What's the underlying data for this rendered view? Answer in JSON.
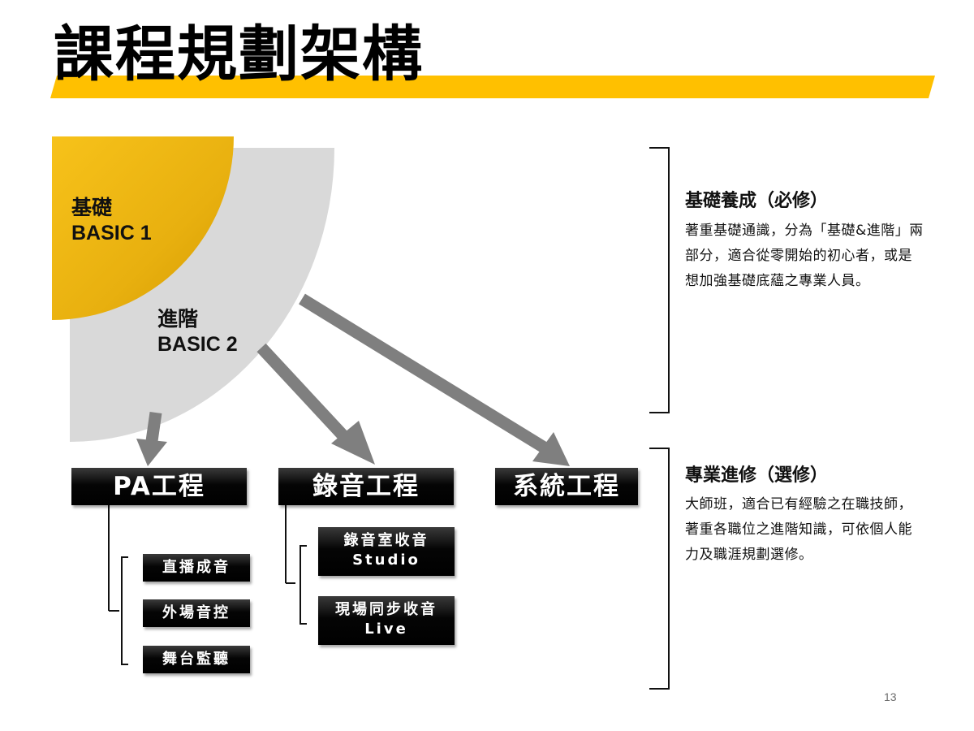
{
  "title": "課程規劃架構",
  "fan": {
    "basic1_line1": "基礎",
    "basic1_line2": "BASIC 1",
    "basic2_line1": "進階",
    "basic2_line2": "BASIC 2"
  },
  "tracks": {
    "pa": {
      "label": "PA工程",
      "items": [
        "直播成音",
        "外場音控",
        "舞台監聽"
      ]
    },
    "recording": {
      "label": "錄音工程",
      "items": [
        {
          "line1": "錄音室收音",
          "line2": "Studio"
        },
        {
          "line1": "現場同步收音",
          "line2": "Live"
        }
      ]
    },
    "system": {
      "label": "系統工程"
    }
  },
  "side": {
    "foundation": {
      "title": "基礎養成（必修）",
      "body": "著重基礎通識，分為「基礎&進階」兩部分，適合從零開始的初心者，或是想加強基礎底蘊之專業人員。"
    },
    "advanced": {
      "title": "專業進修（選修）",
      "body": "大師班，適合已有經驗之在職技師，著重各職位之進階知識，可依個人能力及職涯規劃選修。"
    }
  },
  "page_number": "13",
  "colors": {
    "accent": "#ffc000",
    "fan_gray": "#d9d9d9",
    "arrow_gray": "#7f7f7f",
    "box_black": "#000000"
  }
}
